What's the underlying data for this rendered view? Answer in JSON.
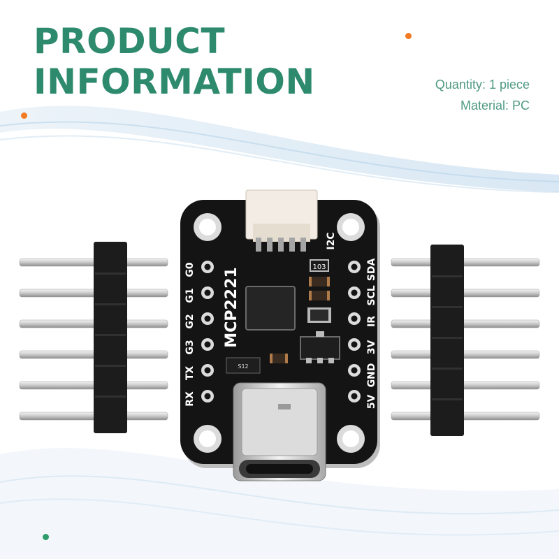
{
  "title": {
    "line1": "PRODUCT",
    "line2": "INFORMATION"
  },
  "specs": {
    "quantity": "Quantity: 1 piece",
    "material": "Material: PC"
  },
  "board": {
    "chip_name": "MCP2221",
    "connector_label": "I2C",
    "resistor_marking": "103",
    "small_ic_marking": "S12",
    "left_pins": [
      "G0",
      "G1",
      "G2",
      "G3",
      "TX",
      "RX"
    ],
    "right_pins": [
      "SDA",
      "SCL",
      "IR",
      "3V",
      "GND",
      "5V"
    ]
  },
  "colors": {
    "title": "#2e8a6d",
    "specs": "#4f9a83",
    "accent_orange": "#f07b23",
    "accent_green": "#2e9c6b",
    "pcb": "#141414"
  }
}
